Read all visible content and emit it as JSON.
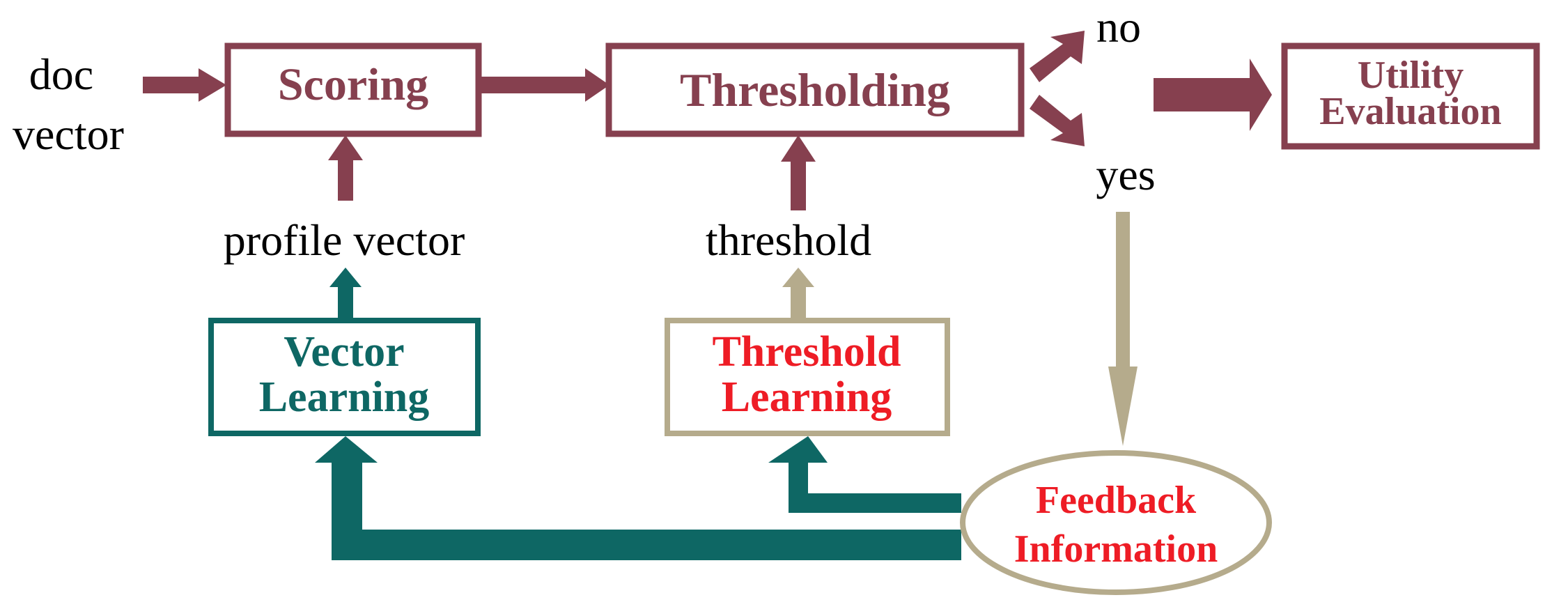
{
  "colors": {
    "maroon": "#86404F",
    "teal": "#0E6764",
    "khaki": "#B5AB8C",
    "red": "#EE1C25",
    "black": "#000000"
  },
  "labels": {
    "doc_line1": "doc",
    "doc_line2": "vector",
    "profile_vector": "profile vector",
    "threshold": "threshold",
    "no": "no",
    "yes": "yes"
  },
  "boxes": {
    "scoring": "Scoring",
    "thresholding": "Thresholding",
    "utility_line1": "Utility",
    "utility_line2": "Evaluation",
    "vector_learning_line1": "Vector",
    "vector_learning_line2": "Learning",
    "threshold_learning_line1": "Threshold",
    "threshold_learning_line2": "Learning",
    "feedback_line1": "Feedback",
    "feedback_line2": "Information"
  }
}
